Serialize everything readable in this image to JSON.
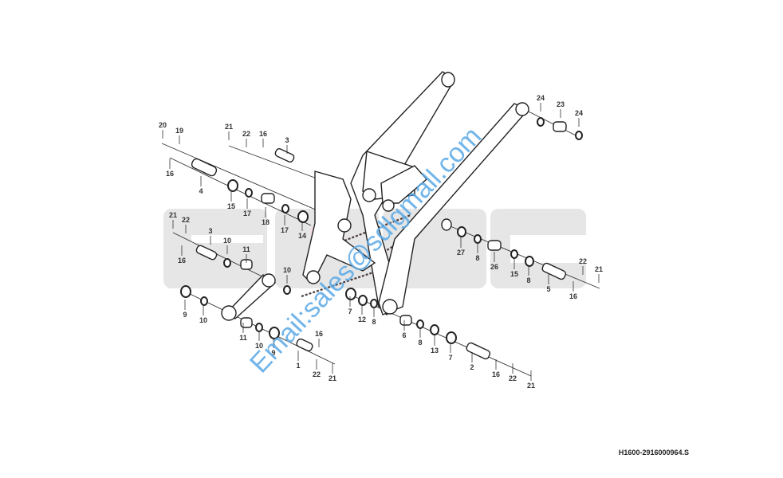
{
  "diagram": {
    "caption": "H1600-2916000964.S",
    "watermark_logo": "SDLG",
    "watermark_email": "Email:sales@sdlgmall.com",
    "colors": {
      "logo": "#e6e6e6",
      "logo_accent": "#f6d9dc",
      "watermark": "#5aa9e6",
      "line": "#222222"
    },
    "callouts": [
      "20",
      "19",
      "16",
      "4",
      "21",
      "22",
      "16",
      "3",
      "15",
      "17",
      "18",
      "17",
      "14",
      "21",
      "22",
      "3",
      "16",
      "10",
      "11",
      "10",
      "9",
      "10",
      "11",
      "10",
      "9",
      "16",
      "1",
      "22",
      "21",
      "7",
      "12",
      "8",
      "6",
      "8",
      "13",
      "7",
      "2",
      "16",
      "22",
      "21",
      "24",
      "23",
      "24",
      "27",
      "8",
      "26",
      "15",
      "8",
      "5",
      "22",
      "21",
      "16"
    ]
  }
}
